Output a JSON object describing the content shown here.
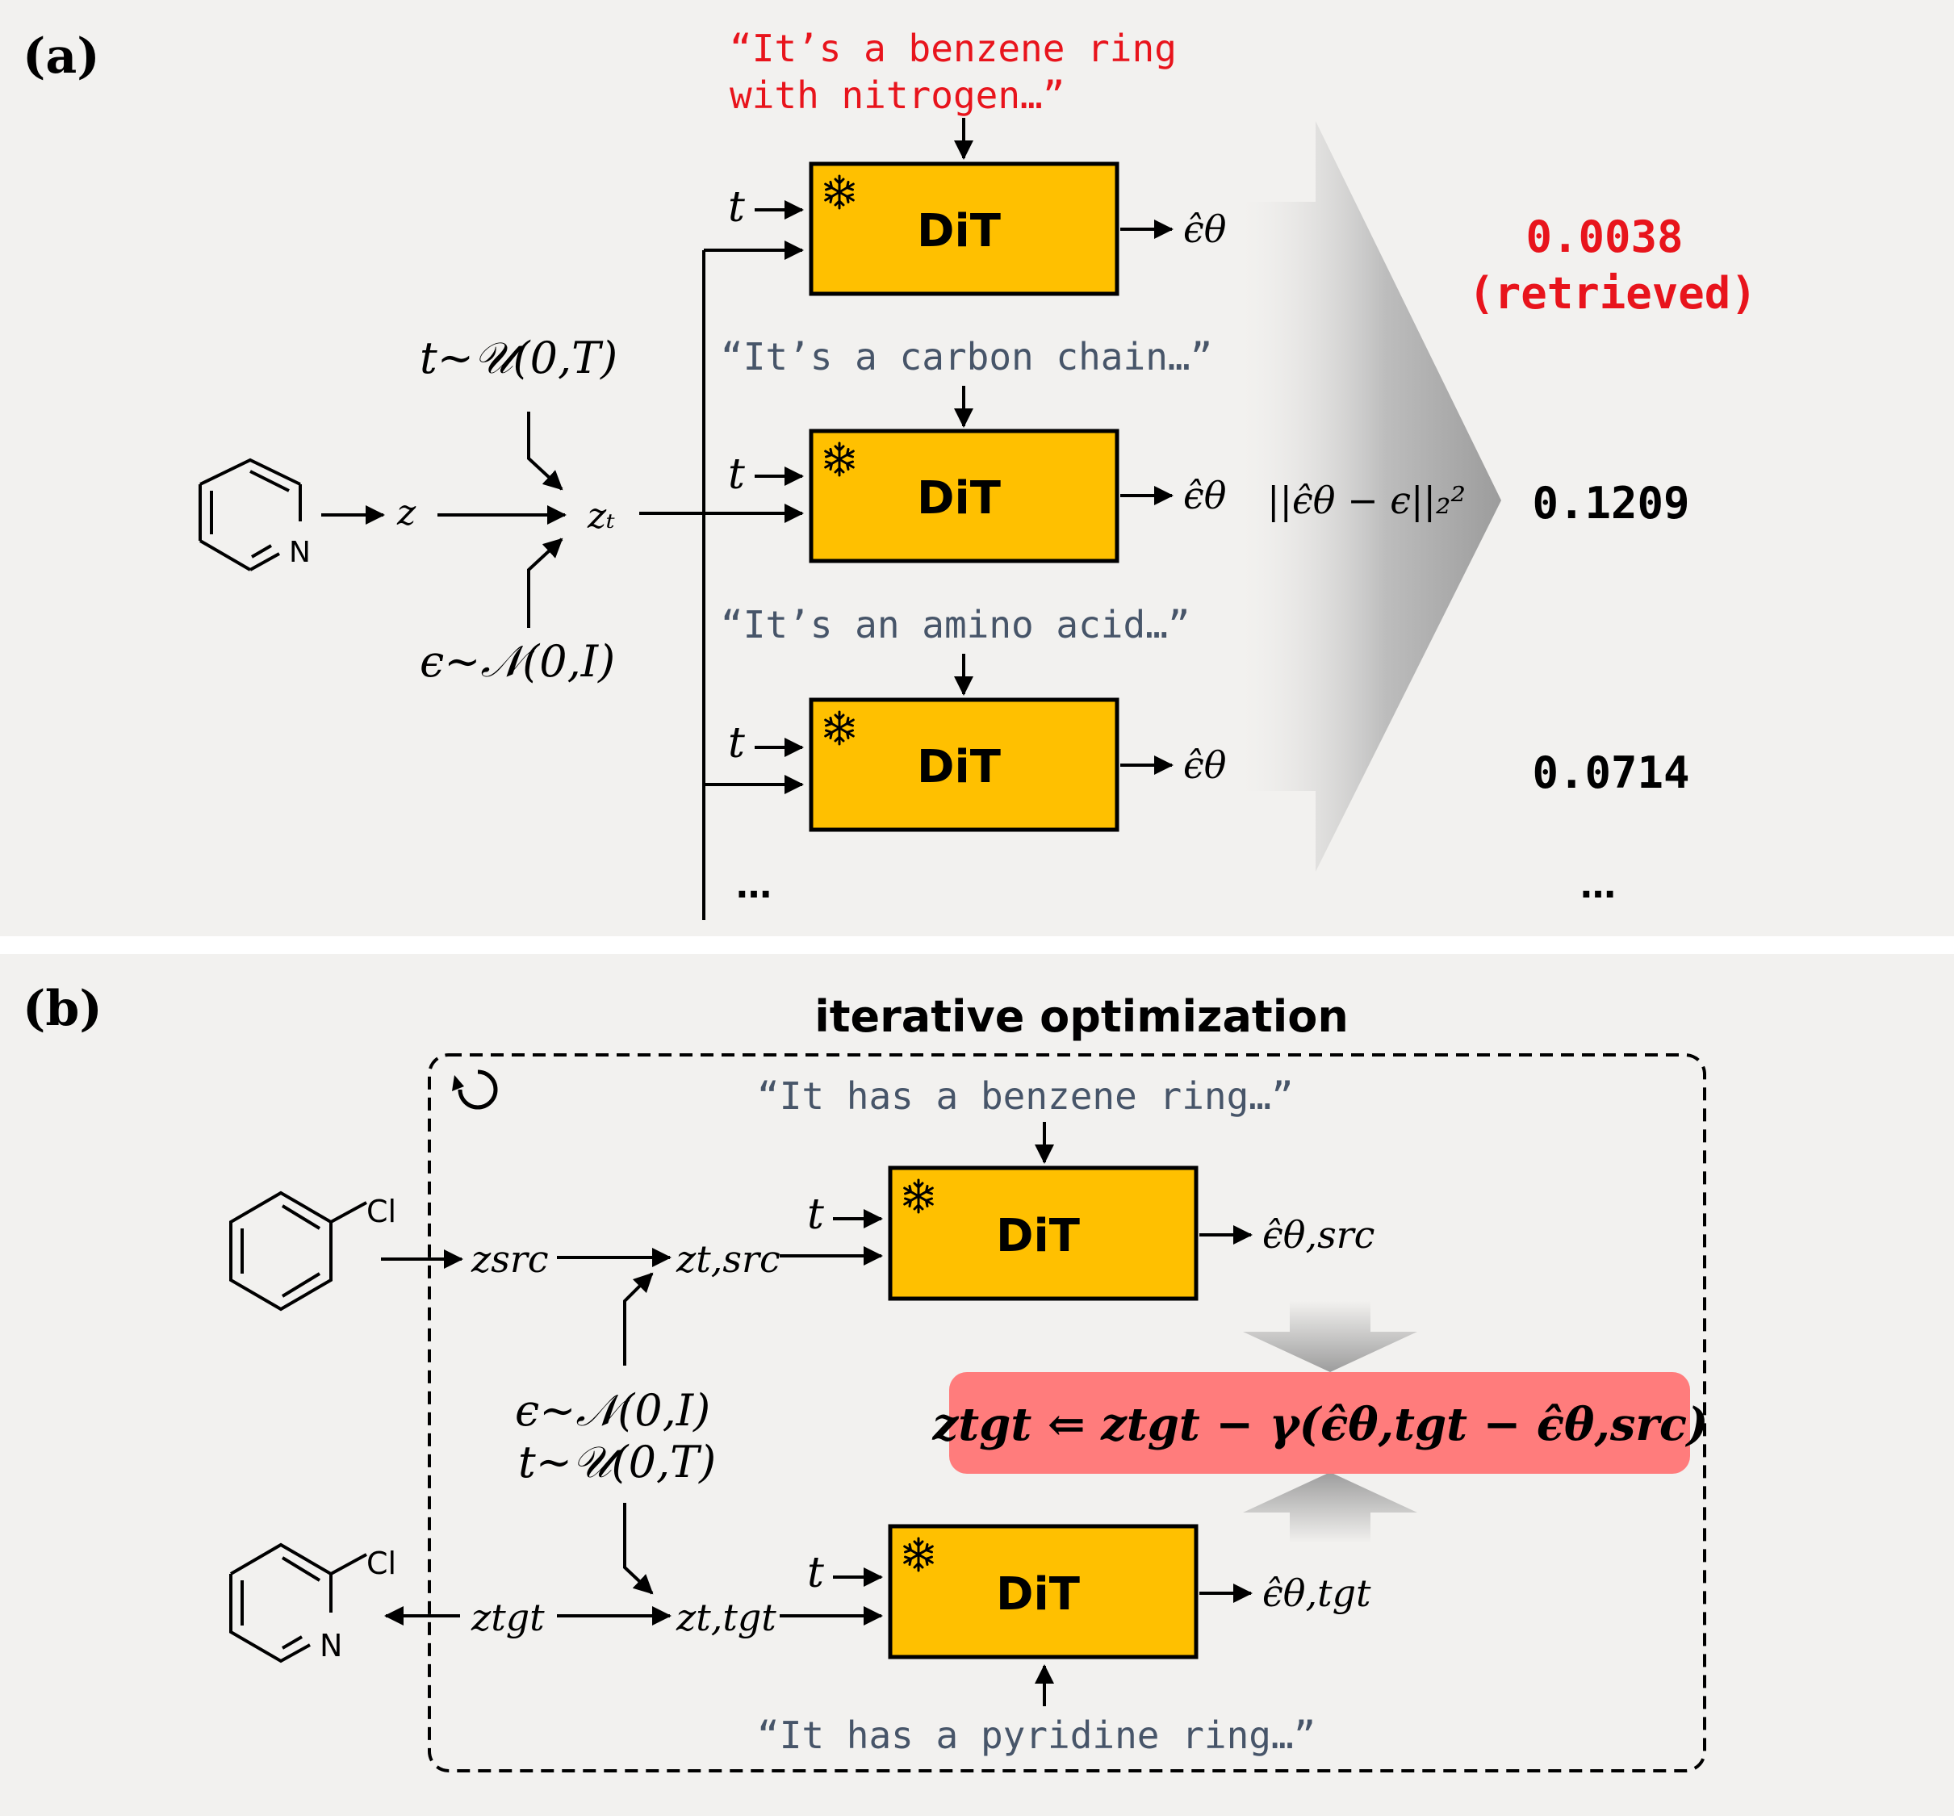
{
  "panel_a": {
    "label": "(a)",
    "captions": {
      "top": [
        "“It’s a benzene ring",
        "with nitrogen…”"
      ],
      "mid": "“It’s a carbon chain…”",
      "bot": "“It’s an amino acid…”"
    },
    "t_input": "t",
    "t_sample": "t∼𝒰(0,T)",
    "eps_sample": "ϵ∼𝒩(0,I)",
    "z": "z",
    "z_t": "zₜ",
    "model_label": "DiT",
    "frozen_icon": "snowflake-icon",
    "output": "ϵ̂θ",
    "loss": "||ϵ̂θ − ϵ||₂²",
    "scores": [
      "0.0038",
      "0.1209",
      "0.0714"
    ],
    "retrieved_note": "(retrieved)",
    "ellipsis": "…",
    "molecule_atom": "N"
  },
  "panel_b": {
    "label": "(b)",
    "title": "iterative optimization",
    "loop_icon": "loop-arrow-icon",
    "caption_src": "“It has a benzene ring…”",
    "caption_tgt": "“It has a pyridine ring…”",
    "z_src": "zsrc",
    "z_tgt": "ztgt",
    "z_t_src": "zt,src",
    "z_t_tgt": "zt,tgt",
    "eps_sample": "ϵ∼𝒩(0,I)",
    "t_sample": "t∼𝒰(0,T)",
    "t_input": "t",
    "model_label": "DiT",
    "out_src": "ϵ̂θ,src",
    "out_tgt": "ϵ̂θ,tgt",
    "update_rule": "ztgt ⇐ ztgt − γ(ϵ̂θ,tgt − ϵ̂θ,src)",
    "mol_src_atoms": [
      "Cl"
    ],
    "mol_tgt_atoms": [
      "Cl",
      "N"
    ]
  },
  "colors": {
    "red": "#e8141c",
    "slate": "#475569",
    "dit_fill": "#ffc000",
    "update_fill": "#ff7c7c",
    "panel_bg": "#f2f1ef"
  }
}
